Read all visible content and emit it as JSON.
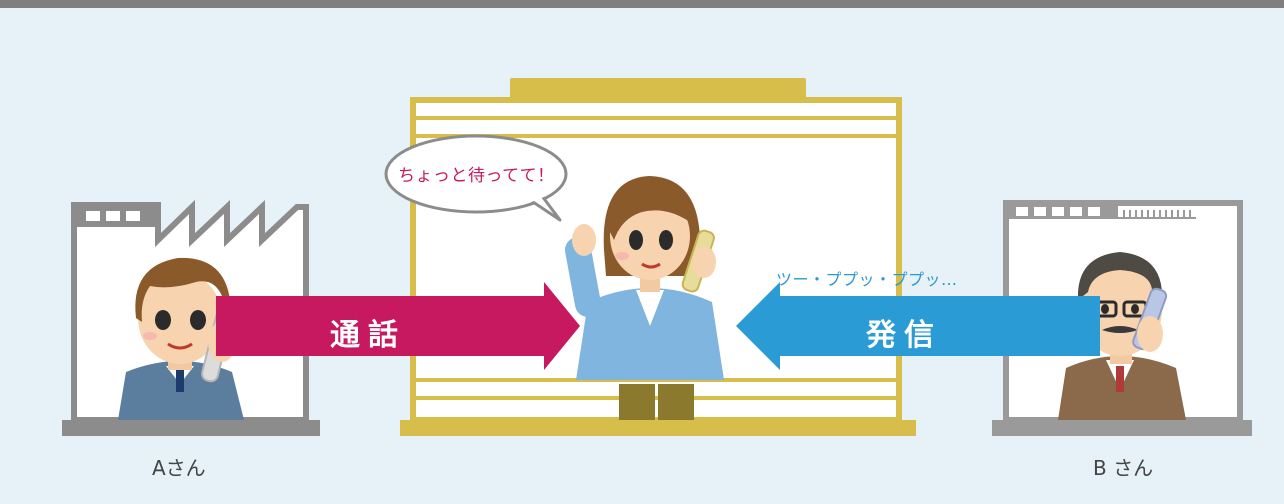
{
  "labels": {
    "person_a": "Aさん",
    "person_b": "B さん",
    "speech_bubble": "ちょっと待ってて！",
    "dial_tone": "ツー・ププッ・ププッ…",
    "arrow_call": "通話",
    "arrow_outgoing": "発信"
  },
  "colors": {
    "background": "#e6f2f8",
    "call_arrow": "#c6195f",
    "outgoing_arrow": "#2a9bd5",
    "center_building": "#d7bd4a",
    "side_building": "#9a9a9a"
  },
  "icons": {
    "left": "factory-icon",
    "center": "office-building-icon",
    "right": "office-building-icon"
  }
}
